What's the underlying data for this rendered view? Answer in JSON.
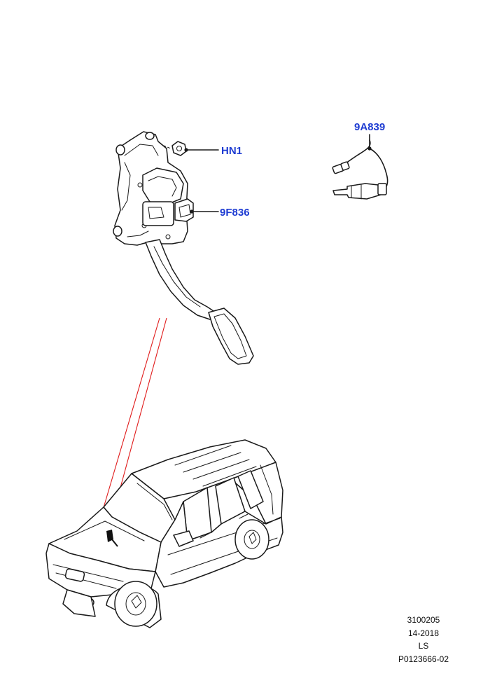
{
  "callouts": {
    "hn1": "HN1",
    "f836": "9F836",
    "a839": "9A839"
  },
  "colors": {
    "callout": "#1e3cd2",
    "leader_red": "#e01b1b",
    "line": "#1a1a1a"
  },
  "reference": {
    "line1": "3100205",
    "line2": "14-2018",
    "line3": "LS",
    "line4": "P0123666-02"
  }
}
